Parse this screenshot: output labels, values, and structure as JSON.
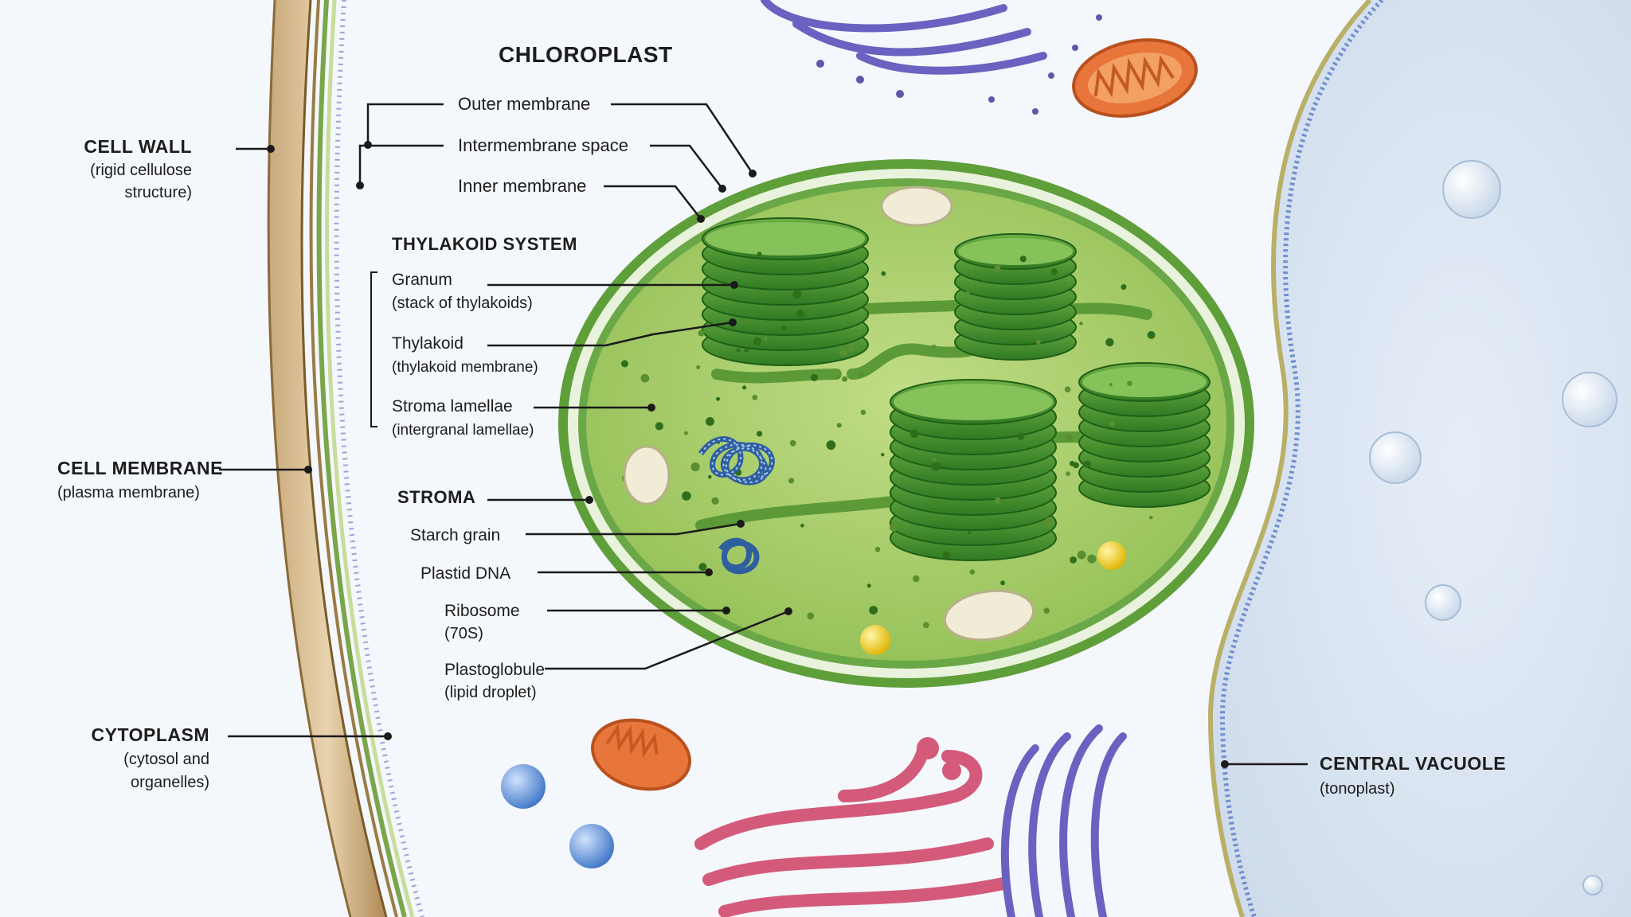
{
  "chloroplast": {
    "title": "CHLOROPLAST",
    "outer_membrane": "Outer membrane",
    "intermembrane_space": "Intermembrane space",
    "inner_membrane": "Inner membrane",
    "thylakoid_system": {
      "title": "THYLAKOID SYSTEM",
      "granum": "Granum",
      "granum_desc": "(stack of thylakoids)",
      "thylakoid": "Thylakoid",
      "thylakoid_desc": "(thylakoid membrane)",
      "stroma_lamellae": "Stroma lamellae",
      "stroma_lamellae_desc": "(intergranal lamellae)"
    },
    "stroma": {
      "title": "STROMA",
      "starch_grain": "Starch grain",
      "plastid_dna": "Plastid DNA",
      "ribosome": "Ribosome",
      "ribosome_desc": "(70S)",
      "plastoglobule": "Plastoglobule",
      "plastoglobule_desc": "(lipid droplet)"
    }
  },
  "cell": {
    "cell_wall": "CELL WALL",
    "cell_wall_desc_1": "(rigid cellulose",
    "cell_wall_desc_2": "structure)",
    "cell_membrane": "CELL MEMBRANE",
    "cell_membrane_desc": "(plasma membrane)",
    "cytoplasm": "CYTOPLASM",
    "cytoplasm_desc_1": "(cytosol and",
    "cytoplasm_desc_2": "organelles)",
    "central_vacuole": "CENTRAL VACUOLE",
    "central_vacuole_desc": "(tonoplast)"
  },
  "colors": {
    "chloroplast_green": "#2f7d1f",
    "cell_wall_brown": "#5a3a12",
    "vacuole_blue": "#1f3f7a",
    "stroma_fill": "#a9cf6a",
    "granum_green": "#3f8f2a"
  }
}
